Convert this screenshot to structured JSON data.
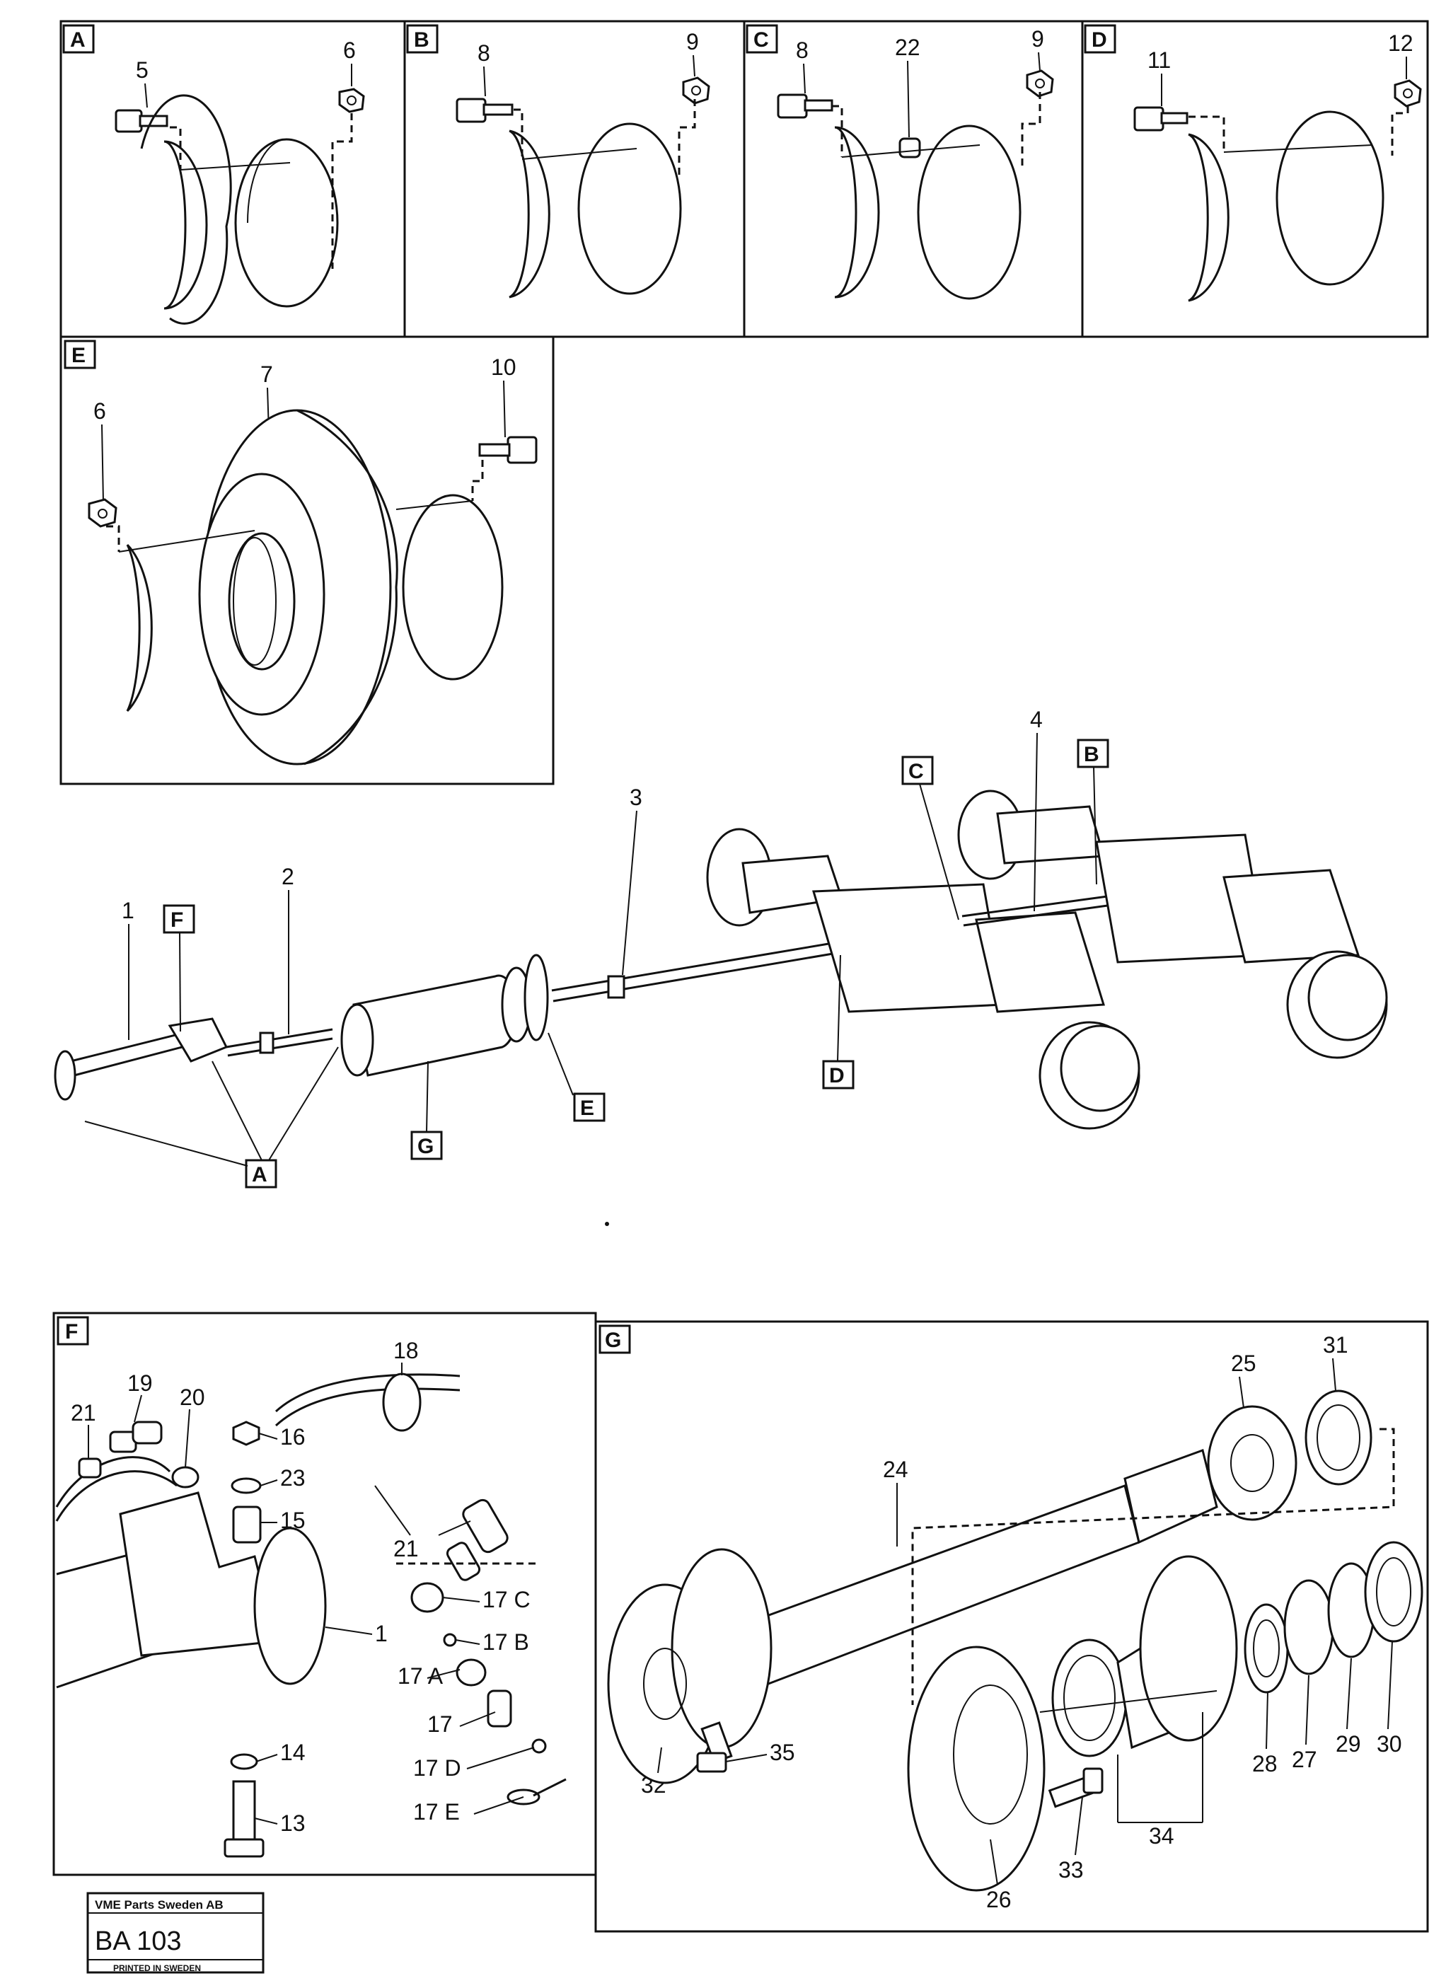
{
  "panels": {
    "A": {
      "letter": "A",
      "labels": [
        "5",
        "6"
      ]
    },
    "B": {
      "letter": "B",
      "labels": [
        "8",
        "9"
      ]
    },
    "C": {
      "letter": "C",
      "labels": [
        "8",
        "22",
        "9"
      ]
    },
    "D": {
      "letter": "D",
      "labels": [
        "11",
        "12"
      ]
    },
    "E": {
      "letter": "E",
      "labels": [
        "7",
        "6",
        "10"
      ]
    },
    "F": {
      "letter": "F",
      "labels": [
        "21",
        "19",
        "20",
        "18",
        "16",
        "23",
        "15",
        "21",
        "17 C",
        "17 B",
        "17 A",
        "17",
        "17 D",
        "17 E",
        "1",
        "14",
        "13"
      ]
    },
    "G": {
      "letter": "G",
      "labels": [
        "24",
        "25",
        "31",
        "32",
        "35",
        "26",
        "33",
        "34",
        "28",
        "27",
        "29",
        "30"
      ]
    }
  },
  "overview": {
    "part_labels": [
      "1",
      "2",
      "3",
      "4"
    ],
    "callouts": [
      "F",
      "A",
      "G",
      "E",
      "D",
      "C",
      "B"
    ]
  },
  "plate": {
    "company": "VME Parts Sweden AB",
    "code": "BA 103",
    "footer": "PRINTED IN SWEDEN"
  }
}
